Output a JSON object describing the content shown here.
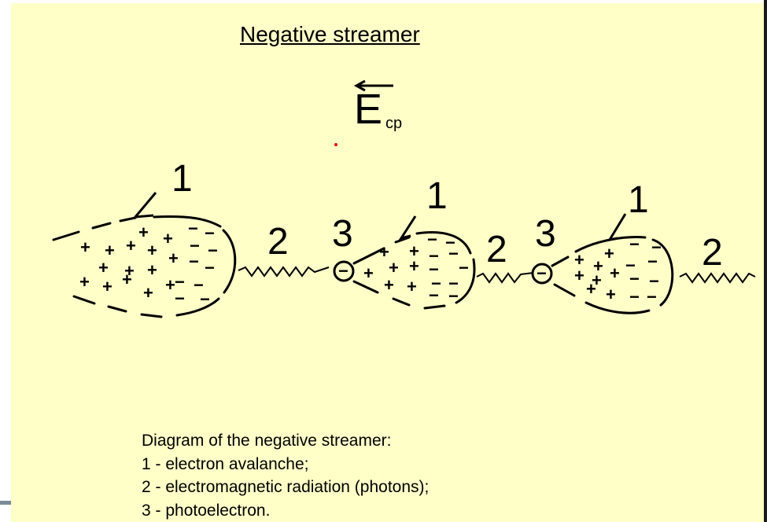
{
  "title": "Negative streamer",
  "field": {
    "symbol": "E",
    "subscript": "cp",
    "arrow": "←"
  },
  "diagram": {
    "avalanches": [
      {
        "label": "1",
        "radiation_label": "2"
      },
      {
        "label": "1",
        "radiation_label": "2",
        "photoelectron_label": "3"
      },
      {
        "label": "1",
        "radiation_label": "2",
        "photoelectron_label": "3"
      }
    ],
    "photoelectron_symbol": "−",
    "positive_charge": "+",
    "negative_charge": "−"
  },
  "legend": {
    "heading": "Diagram of the negative streamer:",
    "items": [
      "1 - electron avalanche;",
      "2 - electromagnetic radiation (photons);",
      "3 - photoelectron."
    ]
  }
}
